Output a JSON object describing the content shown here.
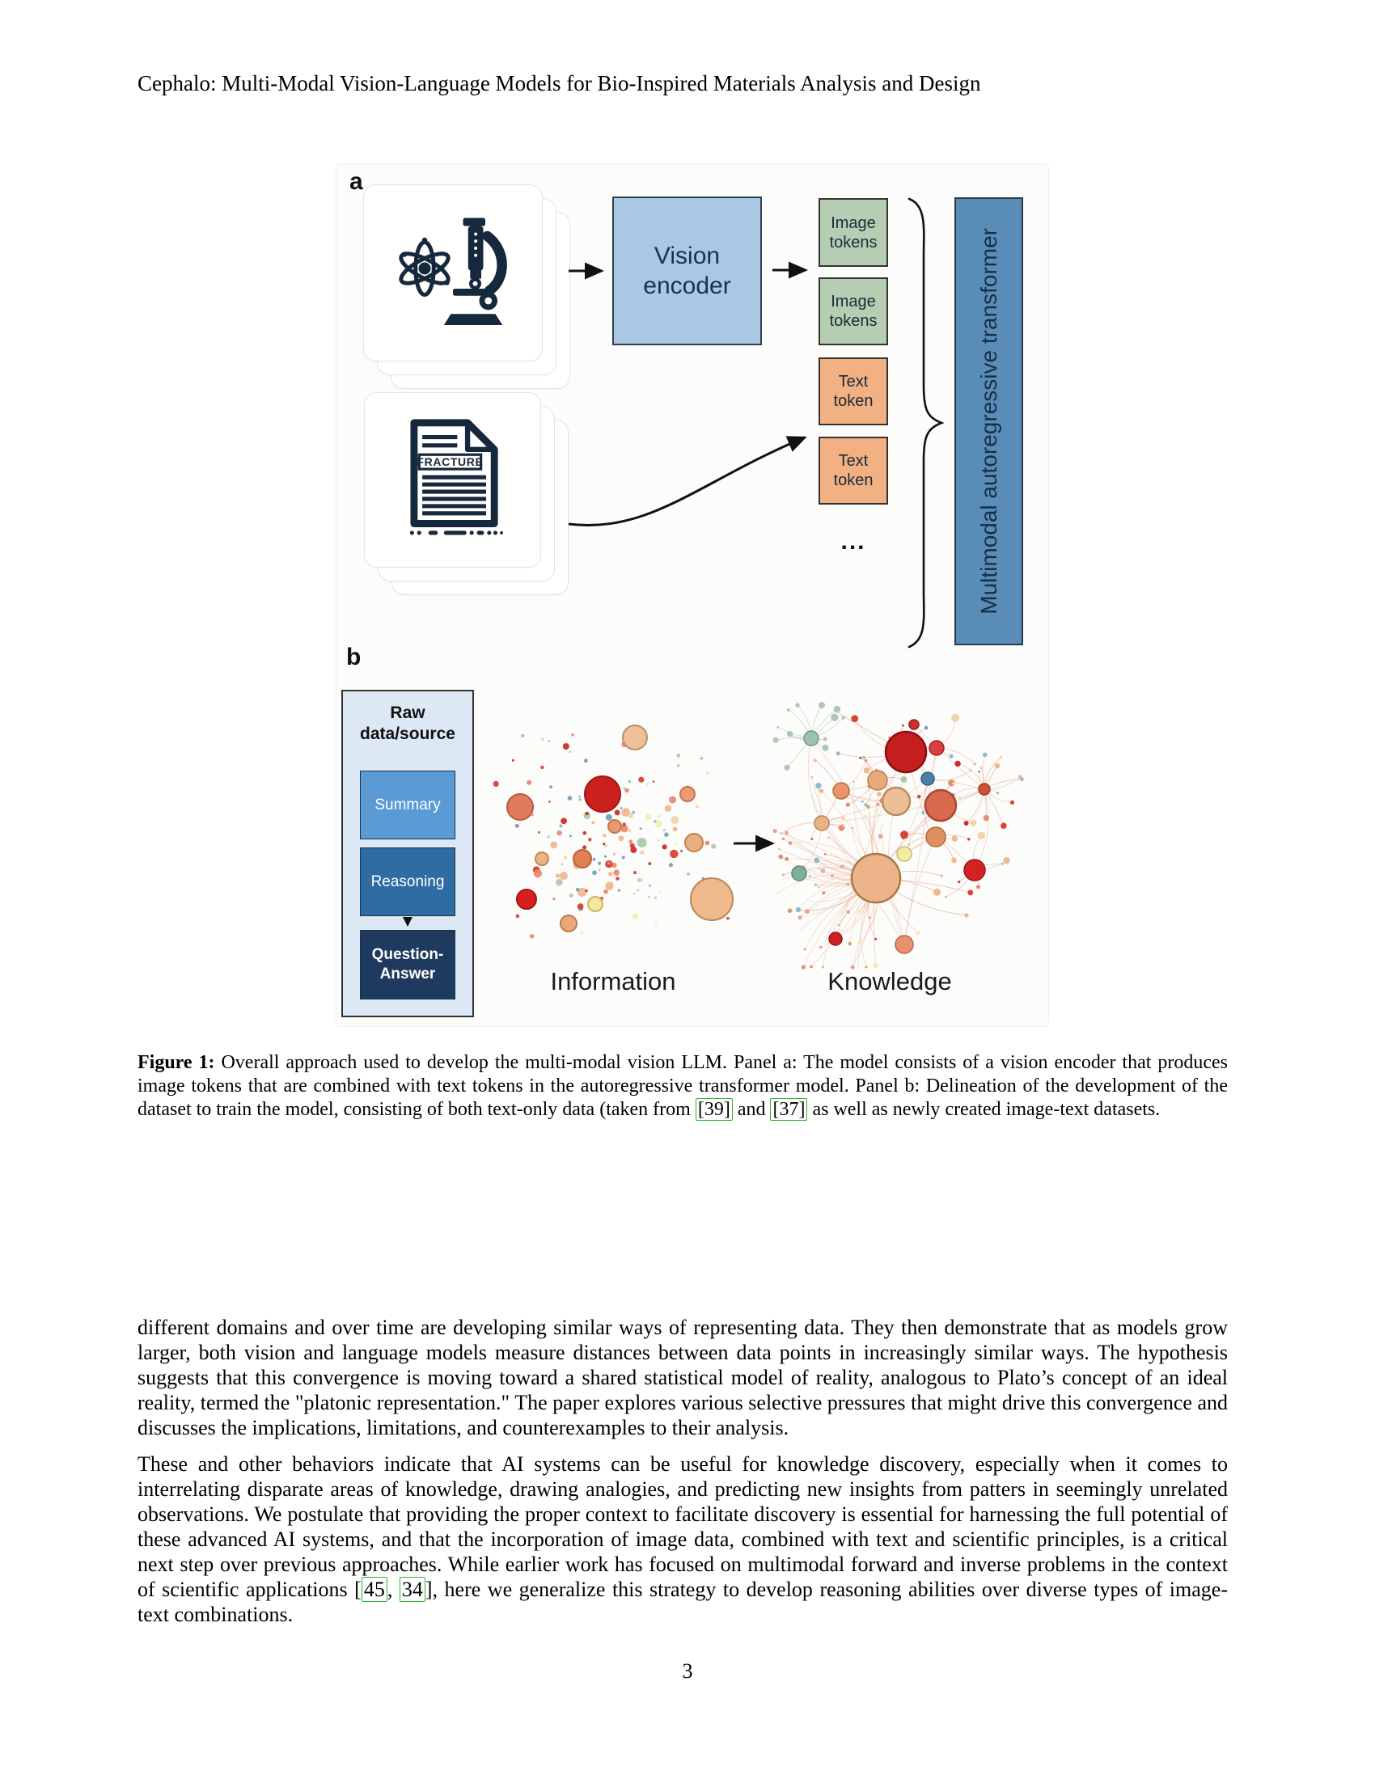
{
  "page": {
    "header": "Cephalo: Multi-Modal Vision-Language Models for Bio-Inspired Materials Analysis and Design",
    "page_number": "3"
  },
  "figure": {
    "panel_a": "a",
    "panel_b": "b",
    "doc_label": "FRACTURE",
    "boxes": {
      "vision_encoder": "Vision encoder",
      "image_tokens": "Image tokens",
      "text_token": "Text token",
      "ellipsis": "...",
      "transformer": "Multimodal autoregressive transformer"
    },
    "flow": {
      "raw_data_source": "Raw data/source",
      "summary": "Summary",
      "reasoning": "Reasoning",
      "question_answer": "Question-Answer"
    },
    "labels": {
      "information": "Information",
      "knowledge": "Knowledge"
    },
    "colors": {
      "vision_encoder_fill": "#aac8e4",
      "image_tokens_fill": "#b7cdb3",
      "text_token_fill": "#f2b183",
      "transformer_fill": "#5a8cb8",
      "raw_outer_fill": "#dce8f4",
      "summary_fill": "#5b9bd5",
      "reasoning_fill": "#2f6ca3",
      "question_answer_fill": "#1e3a5e",
      "citation_box": "#2db52d",
      "icon_ink": "#16283c"
    },
    "art": {
      "scatter_palette": [
        "#d43a2a",
        "#d43a2a",
        "#e8856a",
        "#e8856a",
        "#f0b48c",
        "#f0b48c",
        "#f3d0a8",
        "#6f9ab8",
        "#88b8c8",
        "#a8c8a0",
        "#f0eeb0",
        "#cc2222"
      ],
      "network_edge_warm": [
        "#e7a28c",
        "#dd9478",
        "#e5b49e"
      ],
      "network_edge_green": "#a9c6b2",
      "network_burst": "#e9b89e",
      "network_long": "#d99a80"
    }
  },
  "caption": {
    "label": "Figure 1:",
    "part1": " Overall approach used to develop the multi-modal vision LLM. Panel a: The model consists of a vision encoder that produces image tokens that are combined with text tokens in the autoregressive transformer model. Panel b: Delineation of the development of the dataset to train the model, consisting of both text-only data (taken from ",
    "cite1": "[39]",
    "part2": " and ",
    "cite2": "[37]",
    "part3": " as well as newly created image-text datasets."
  },
  "body": {
    "p1": "different domains and over time are developing similar ways of representing data. They then demonstrate that as models grow larger, both vision and language models measure distances between data points in increasingly similar ways. The hypothesis suggests that this convergence is moving toward a shared statistical model of reality, analogous to Plato’s concept of an ideal reality, termed the \"platonic representation.\" The paper explores various selective pressures that might drive this convergence and discusses the implications, limitations, and counterexamples to their analysis.",
    "p2_part1": "These and other behaviors indicate that AI systems can be useful for knowledge discovery, especially when it comes to interrelating disparate areas of knowledge, drawing analogies, and predicting new insights from patters in seemingly unrelated observations. We postulate that providing the proper context to facilitate discovery is essential for harnessing the full potential of these advanced AI systems, and that the incorporation of image data, combined with text and scientific principles, is a critical next step over previous approaches. While earlier work has focused on multimodal forward and inverse problems in the context of scientific applications [",
    "p2_cite1": "45",
    "p2_sep": ", ",
    "p2_cite2": "34",
    "p2_part3": "], here we generalize this strategy to develop reasoning abilities over diverse types of image-text combinations."
  }
}
